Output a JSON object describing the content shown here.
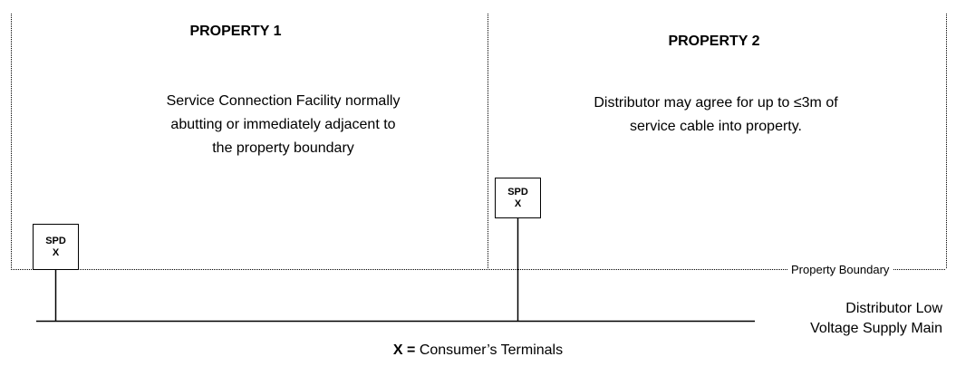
{
  "property1": {
    "title": "PROPERTY 1",
    "description_lines": [
      "Service Connection Facility normally",
      "abutting or immediately adjacent to",
      "the property boundary"
    ]
  },
  "property2": {
    "title": "PROPERTY 2",
    "description_lines": [
      "Distributor may agree for up to ≤3m of",
      "service cable into property."
    ]
  },
  "spd_boxes": [
    {
      "label": "SPD",
      "mark": "X"
    },
    {
      "label": "SPD",
      "mark": "X"
    }
  ],
  "boundary_label": "Property Boundary",
  "main_label_lines": [
    "Distributor Low",
    "Voltage Supply Main"
  ],
  "legend": {
    "symbol": "X =",
    "text": "Consumer’s Terminals"
  }
}
